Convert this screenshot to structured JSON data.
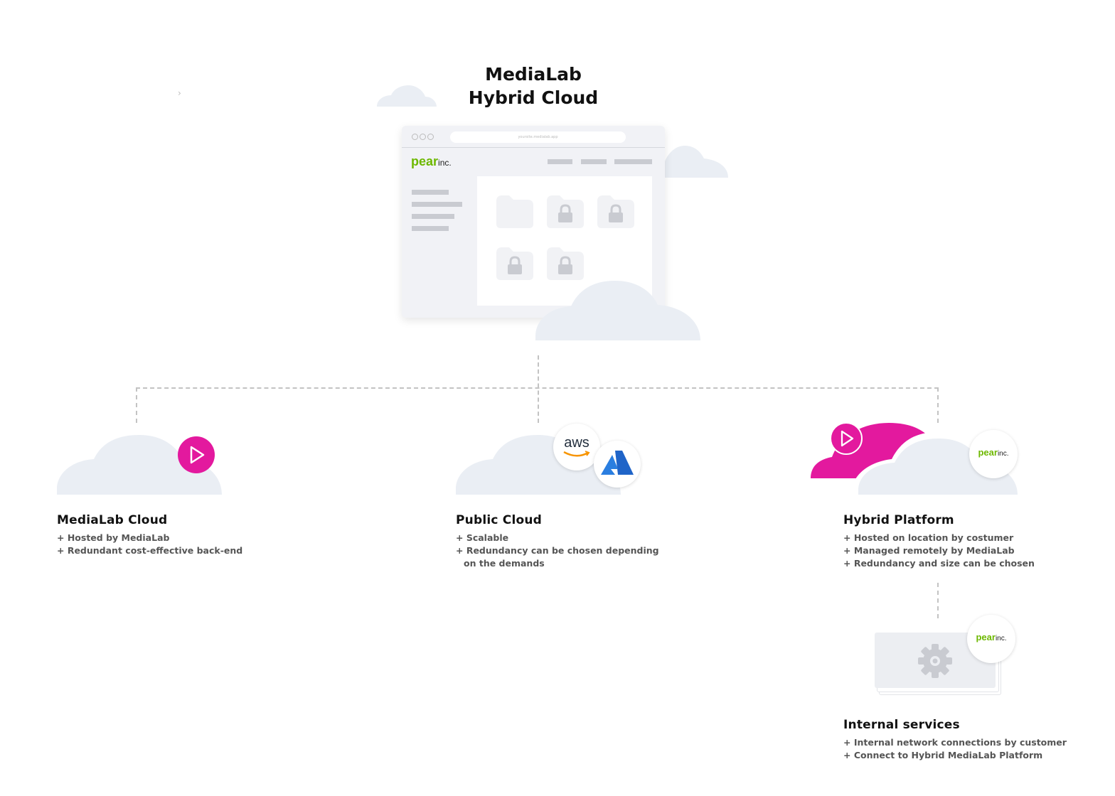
{
  "title": {
    "line1": "MediaLab",
    "line2": "Hybrid Cloud"
  },
  "browser": {
    "url": "yoursite.medialab.app",
    "logo_main": "pear",
    "logo_suffix": "inc."
  },
  "sections": {
    "medialab_cloud": {
      "title": "MediaLab Cloud",
      "items": [
        "+ Hosted by MediaLab",
        "+ Redundant cost-effective back-end"
      ]
    },
    "public_cloud": {
      "title": "Public Cloud",
      "items": [
        "+ Scalable",
        "+ Redundancy can be chosen depending",
        "on the demands"
      ],
      "badge_aws": "aws"
    },
    "hybrid_platform": {
      "title": "Hybrid Platform",
      "items": [
        "+ Hosted on location by costumer",
        "+ Managed remotely by MediaLab",
        "+ Redundancy and size can be chosen"
      ],
      "badge_logo_main": "pear",
      "badge_logo_suffix": "inc."
    },
    "internal_services": {
      "title": "Internal services",
      "items": [
        "+ Internal network connections by customer",
        "+ Connect to Hybrid MediaLab Platform"
      ],
      "badge_logo_main": "pear",
      "badge_logo_suffix": "inc."
    }
  },
  "colors": {
    "accent_magenta": "#e3199e",
    "cloud": "#eaeef4",
    "pear_green": "#6db800",
    "azure_blue": "#1f64c8"
  }
}
